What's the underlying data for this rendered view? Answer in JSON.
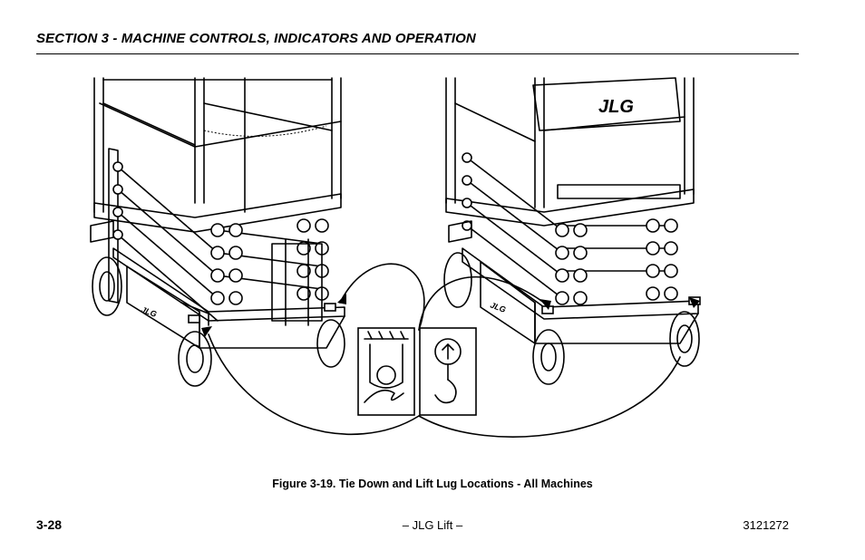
{
  "header": {
    "section_title": "SECTION 3 - MACHINE CONTROLS, INDICATORS AND OPERATION"
  },
  "figure": {
    "caption": "Figure 3-19. Tie Down and Lift Lug Locations - All Machines",
    "logo_text": "JLG",
    "icons": [
      "tie-down-icon",
      "lift-lug-icon"
    ]
  },
  "footer": {
    "page_number": "3-28",
    "center_text": "– JLG Lift –",
    "doc_number": "3121272"
  }
}
